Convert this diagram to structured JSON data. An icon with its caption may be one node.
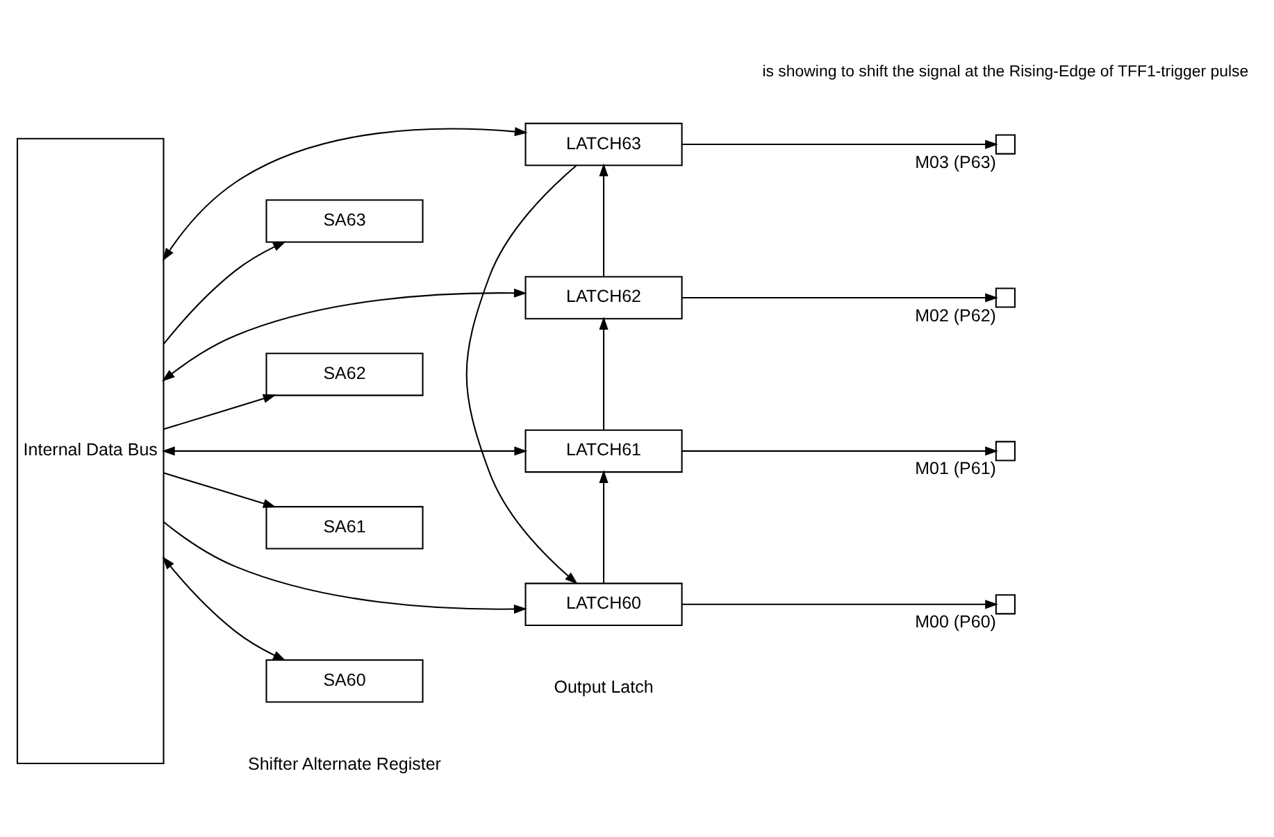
{
  "diagram": {
    "nodes": [
      {
        "text": [
          "Internal Data Bus"
        ]
      },
      {
        "text": [
          "LATCH63"
        ]
      },
      {
        "text": [
          "SA63"
        ]
      },
      {
        "text": [
          "LATCH62"
        ]
      },
      {
        "text": [
          "SA62"
        ]
      },
      {
        "text": [
          "LATCH61"
        ]
      },
      {
        "text": [
          "SA61"
        ]
      },
      {
        "text": [
          "LATCH60"
        ]
      },
      {
        "text": [
          "SA60"
        ]
      },
      {
        "text": [],
        "shape": "box",
        "beside": [
          "M03 (P63)"
        ]
      },
      {
        "text": [],
        "shape": "box",
        "beside": [
          "M02 (P62)"
        ]
      },
      {
        "text": [],
        "shape": "box",
        "beside": [
          "M01 (P61)"
        ]
      },
      {
        "text": [],
        "shape": "box",
        "beside": [
          "M00 (P60)"
        ]
      }
    ],
    "edges": [
      {
        "from": 0,
        "to": 1,
        "arrow": "both"
      },
      {
        "from": 0,
        "to": 2,
        "arrow": "to"
      },
      {
        "from": 0,
        "to": 3,
        "arrow": "both"
      },
      {
        "from": 0,
        "to": 4,
        "arrow": "to"
      },
      {
        "from": 0,
        "to": 5,
        "arrow": "both"
      },
      {
        "from": 0,
        "to": 6,
        "arrow": "to"
      },
      {
        "from": 0,
        "to": 7,
        "arrow": "to"
      },
      {
        "from": 0,
        "to": 8,
        "arrow": "both"
      },
      {
        "from": 7,
        "to": 5,
        "arrow": "to"
      },
      {
        "from": 5,
        "to": 3,
        "arrow": "to"
      },
      {
        "from": 3,
        "to": 1,
        "arrow": "to"
      },
      {
        "from": 1,
        "to": 7,
        "arrow": "to"
      },
      {
        "from": 1,
        "to": 9,
        "arrow": "to"
      },
      {
        "from": 3,
        "to": 10,
        "arrow": "to"
      },
      {
        "from": 5,
        "to": 11,
        "arrow": "to"
      },
      {
        "from": 7,
        "to": 12,
        "arrow": "to"
      }
    ],
    "labels": [
      "Output Latch",
      "Shifter Alternate Register"
    ],
    "legend": [
      {
        "text": "is showing to shift the signal at the Rising-Edge of TFF1-trigger pulse"
      }
    ]
  }
}
